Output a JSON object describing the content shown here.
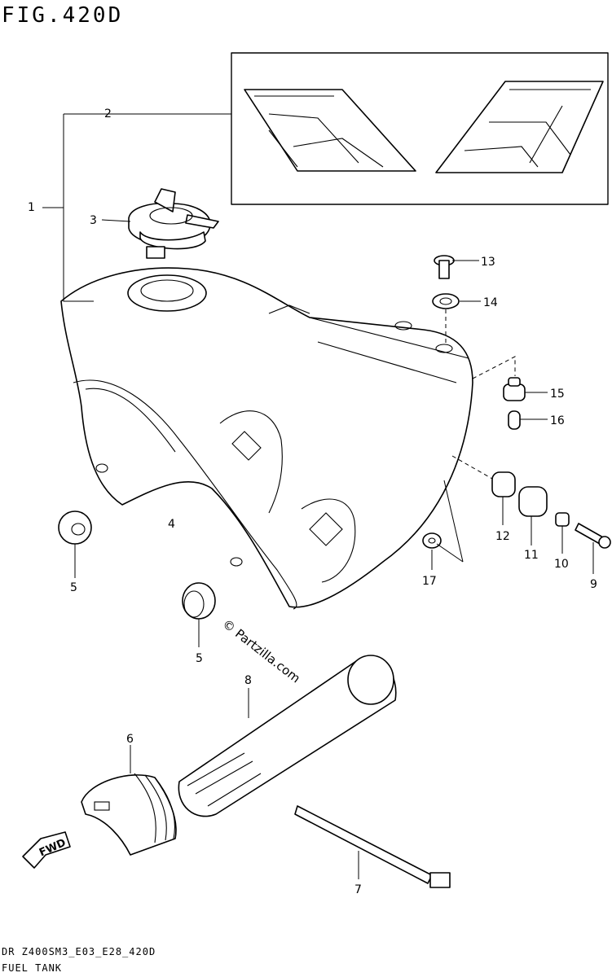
{
  "figure": {
    "title": "FIG.420D"
  },
  "footer": {
    "model_code": "DR Z400SM3_E03_E28_420D",
    "assembly_name": "FUEL TANK"
  },
  "watermark": "© Partzilla.com",
  "fwd_arrow_label": "FWD",
  "callouts": [
    "1",
    "2",
    "3",
    "4",
    "5",
    "5",
    "6",
    "7",
    "8",
    "9",
    "10",
    "11",
    "12",
    "13",
    "14",
    "15",
    "16",
    "17"
  ]
}
